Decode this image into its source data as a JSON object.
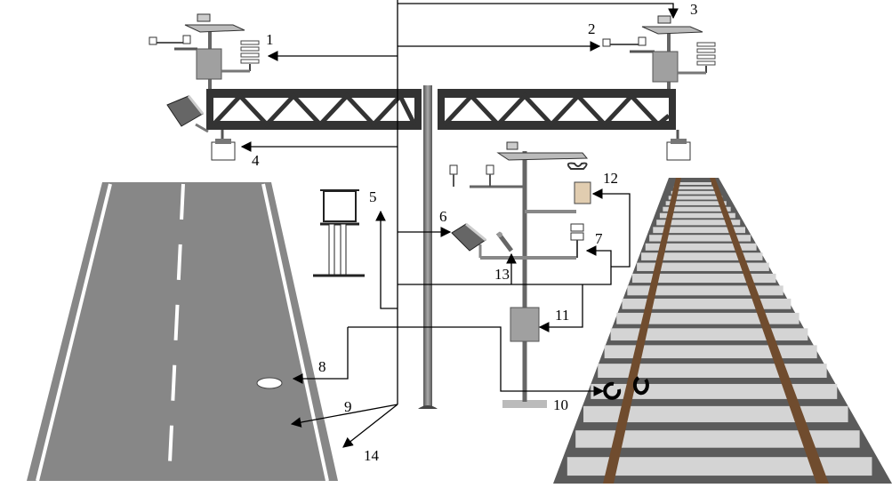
{
  "labels": {
    "n1": "1",
    "n2": "2",
    "n3": "3",
    "n4": "4",
    "n5": "5",
    "n6": "6",
    "n7": "7",
    "n8": "8",
    "n9": "9",
    "n10": "10",
    "n11": "11",
    "n12": "12",
    "n13": "13",
    "n14": "14"
  },
  "colors": {
    "road": "#888888",
    "road_marking": "#ffffff",
    "truss": "#3a3a3a",
    "pole": "#707070",
    "cabinet": "#9a9a9a",
    "rail": "#6e4c30",
    "sleeper": "#d6d6d6",
    "ballast": "#5d5d5d",
    "leader_line": "#000000"
  },
  "icons": [
    "wind-vane-icon",
    "anemometer-icon",
    "radiation-shield-icon",
    "control-cabinet-icon",
    "road-camera-icon",
    "road-sensor-icon",
    "visibility-sensor-icon",
    "precipitation-sensor-icon",
    "display-board-icon",
    "rail-sensor-icon"
  ]
}
